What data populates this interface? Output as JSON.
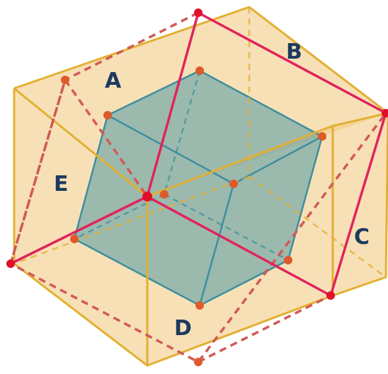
{
  "figure": {
    "labels": {
      "A": "A",
      "B": "B",
      "C": "C",
      "D": "D",
      "E": "E"
    },
    "colors": {
      "outer_fill": "#f2c77a",
      "outer_edge": "#e2b032",
      "inner_fill": "#5f9fa6",
      "inner_edge": "#3d8f9e",
      "red_edge": "#e0245e",
      "red_dashed": "#d05a56",
      "vertex_red": "#e0102a",
      "vertex_orange": "#de5a2a",
      "label_color": "#1d3a5f"
    }
  }
}
